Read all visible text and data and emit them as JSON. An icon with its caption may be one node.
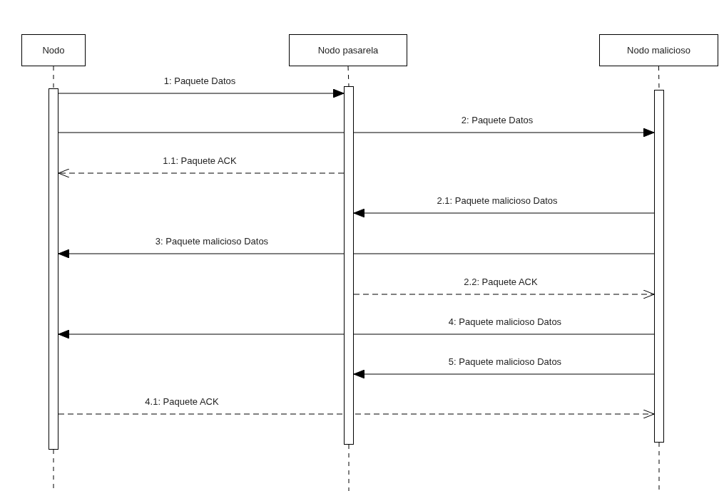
{
  "diagram": {
    "nodes": [
      {
        "text": [
          "Nodo"
        ]
      },
      {
        "text": [
          "Nodo pasarela"
        ]
      },
      {
        "text": [
          "Nodo malicioso"
        ]
      },
      {
        "text": [],
        "shape": "bar"
      },
      {
        "text": [],
        "shape": "bar"
      },
      {
        "text": [],
        "shape": "bar"
      }
    ],
    "edges": [
      {
        "from": 0,
        "to": 3,
        "arrow": "none",
        "style": "dashed"
      },
      {
        "from": 1,
        "to": 4,
        "arrow": "none",
        "style": "dashed"
      },
      {
        "from": 2,
        "to": 5,
        "arrow": "none",
        "style": "dashed"
      },
      {
        "from": 3,
        "to": 4,
        "arrow": "to",
        "label": "1: Paquete Datos"
      },
      {
        "from": 3,
        "to": 5,
        "arrow": "to",
        "label": "2: Paquete Datos"
      },
      {
        "from": 4,
        "to": 3,
        "arrow": "to",
        "style": "dashed",
        "label": "1.1: Paquete ACK"
      },
      {
        "from": 5,
        "to": 4,
        "arrow": "to",
        "label": "2.1: Paquete malicioso Datos"
      },
      {
        "from": 5,
        "to": 3,
        "arrow": "to",
        "label": "3: Paquete malicioso Datos"
      },
      {
        "from": 4,
        "to": 5,
        "arrow": "to",
        "style": "dashed",
        "label": "2.2: Paquete ACK"
      },
      {
        "from": 5,
        "to": 3,
        "arrow": "to",
        "label": "4: Paquete malicioso Datos"
      },
      {
        "from": 5,
        "to": 4,
        "arrow": "to",
        "label": "5: Paquete malicioso Datos"
      },
      {
        "from": 3,
        "to": 5,
        "arrow": "to",
        "style": "dashed",
        "label": "4.1: Paquete ACK"
      }
    ]
  }
}
